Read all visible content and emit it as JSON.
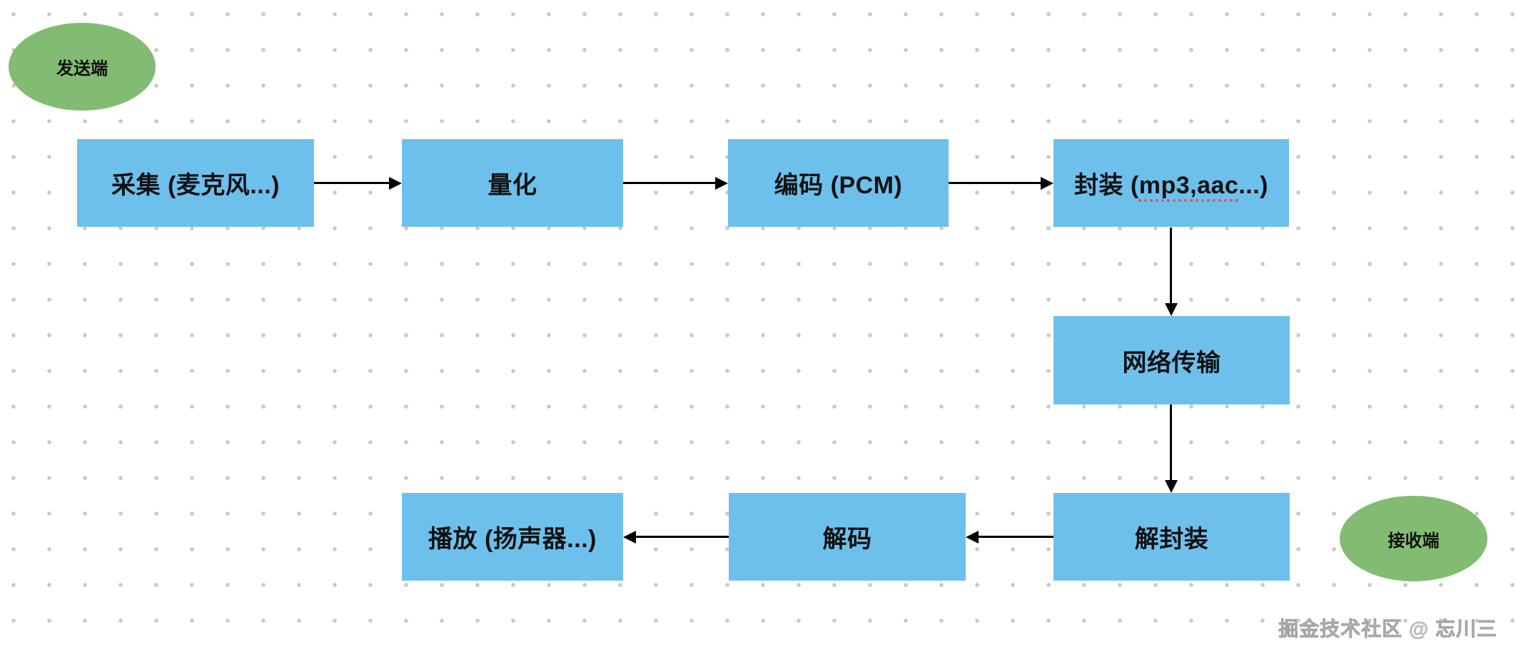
{
  "flowchart": {
    "sender": "发送端",
    "receiver": "接收端",
    "nodes": {
      "capture": "采集 (麦克风...)",
      "quantize": "量化",
      "encode": "编码 (PCM)",
      "encapsulate": {
        "prefix": "封装 (",
        "misspelled": "mp3,aac",
        "suffix": "...)"
      },
      "network": "网络传输",
      "decapsulate": "解封装",
      "decode": "解码",
      "play": "播放 (扬声器...)"
    },
    "watermark": "掘金技术社区 @ 忘川三",
    "colors": {
      "node-fill": "#6ec0ec",
      "terminal-fill": "#82bc72",
      "arrow": "#000000",
      "spellcheck-underline": "#e2574a",
      "grid-dot": "#c9c9c9",
      "text": "#111111"
    }
  }
}
